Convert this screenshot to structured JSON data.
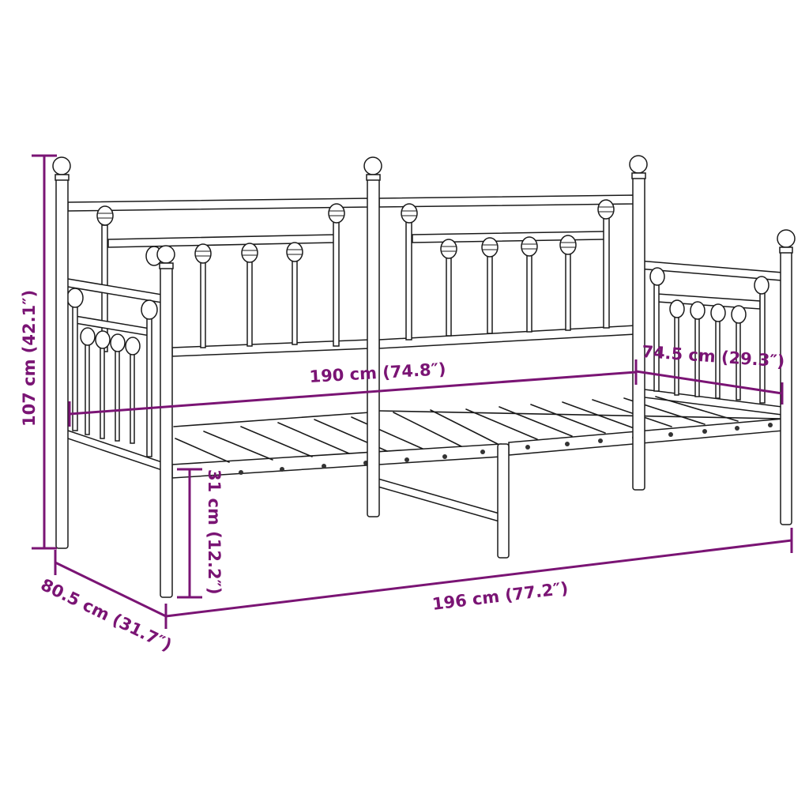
{
  "diagram": {
    "subject": "Metal daybed frame with headboard, side panels and slatted base",
    "annotation_color": "#7a1474",
    "line_color": "#1a1a1a",
    "background": "#ffffff",
    "dimensions": {
      "height": {
        "label": "107 cm (42.1″)",
        "cm": 107,
        "in": 42.1
      },
      "mattress_length": {
        "label": "190 cm (74.8″)",
        "cm": 190,
        "in": 74.8
      },
      "mattress_width": {
        "label": "74.5 cm (29.3″)",
        "cm": 74.5,
        "in": 29.3
      },
      "under_bed_clearance": {
        "label": "31 cm (12.2″)",
        "cm": 31,
        "in": 12.2
      },
      "total_width": {
        "label": "80.5 cm (31.7″)",
        "cm": 80.5,
        "in": 31.7
      },
      "total_length": {
        "label": "196 cm (77.2″)",
        "cm": 196,
        "in": 77.2
      }
    }
  }
}
